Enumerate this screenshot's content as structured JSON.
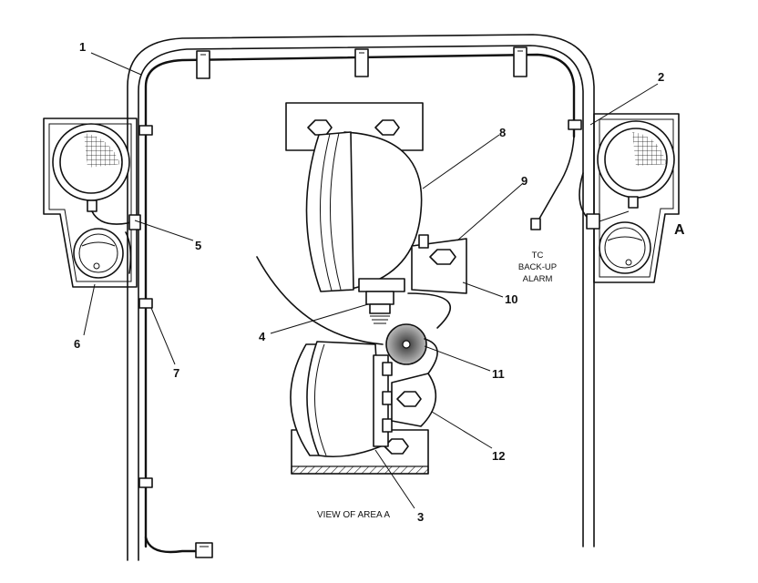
{
  "callouts": [
    "1",
    "2",
    "3",
    "4",
    "5",
    "6",
    "7",
    "8",
    "9",
    "10",
    "11",
    "12"
  ],
  "area_marker": "A",
  "notes": {
    "backup_alarm_line1": "TC",
    "backup_alarm_line2": "BACK-UP",
    "backup_alarm_line3": "ALARM"
  },
  "caption": "VIEW OF AREA  A"
}
